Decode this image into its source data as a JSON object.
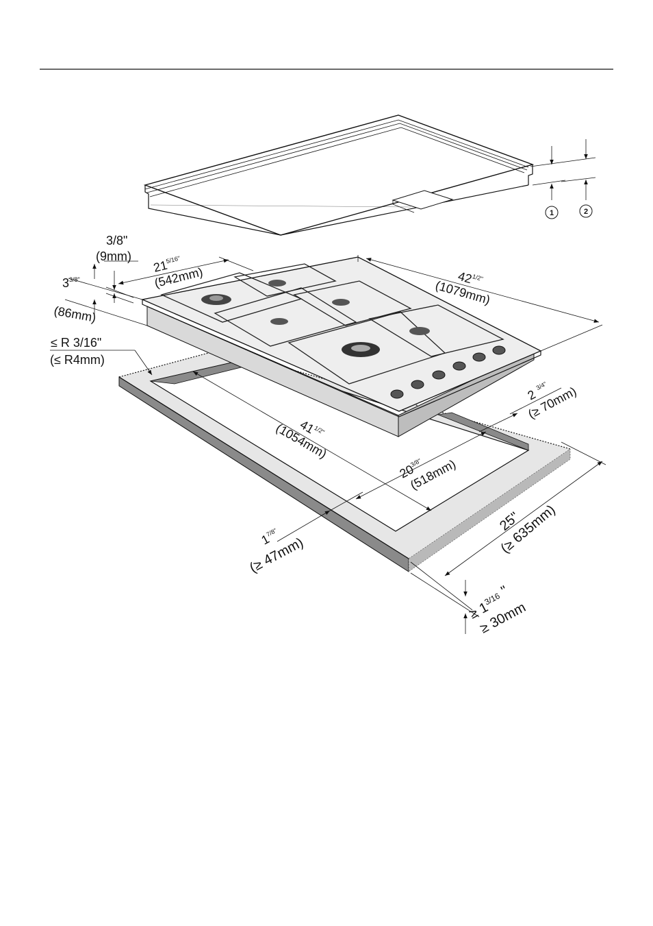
{
  "labels": {
    "callout_1": "1",
    "callout_2": "2",
    "d1_top": "3/8\"",
    "d1_bot": "(9mm)",
    "d2_main": "3",
    "d2_sup": "3/8\"",
    "d2_bot": "(86mm)",
    "d3_main": "21",
    "d3_sup": "5/16\"",
    "d3_bot": "(542mm)",
    "d4_main": "42",
    "d4_sup": "1/2\"",
    "d4_bot": "(1079mm)",
    "d5_top": "≤ R 3/16\"",
    "d5_bot": "(≤ R4mm)",
    "d6_main": "41",
    "d6_sup": "1/2\"",
    "d6_bot": "(1054mm)",
    "d7_main": "2",
    "d7_sup": "3/4\"",
    "d7_bot": "(≥ 70mm)",
    "d8_main": "20",
    "d8_sup": "3/8\"",
    "d8_bot": "(518mm)",
    "d9_main": "25\"",
    "d9_bot": "(≥ 635mm)",
    "d10_main": "1",
    "d10_sup": "7/8\"",
    "d10_bot": "(≥ 47mm)",
    "d11_main": "≥ 1",
    "d11_sup": "3/16",
    "d11_quote": "\"",
    "d11_bot": "≥  30mm"
  },
  "colors": {
    "line": "#111111",
    "cutout_face": "#c9c9c9",
    "cutout_side": "#8a8a8a",
    "hob_body": "#cfcfcf"
  }
}
